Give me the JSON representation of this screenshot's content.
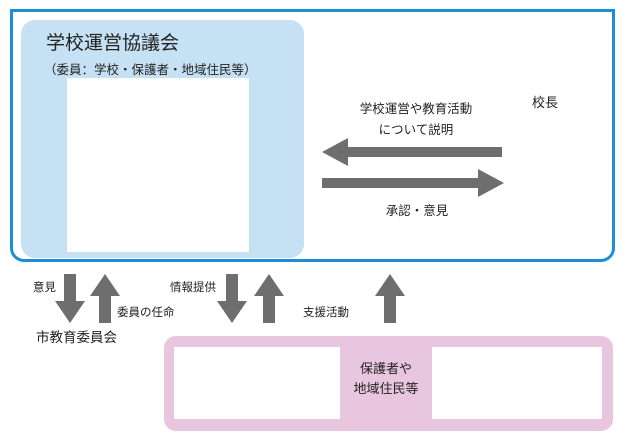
{
  "council": {
    "title": "学校運営協議会",
    "subtitle": "（委員：学校・保護者・地域住民等）"
  },
  "principal": "校長",
  "flows": {
    "explain_line1": "学校運営や教育活動",
    "explain_line2": "について説明",
    "approval": "承認・意見"
  },
  "vertical_labels": {
    "opinion": "意見",
    "appointment": "委員の任命",
    "information": "情報提供",
    "support": "支援活動"
  },
  "city_board": "市教育委員会",
  "residents": {
    "line1": "保護者や",
    "line2": "地域住民等"
  },
  "colors": {
    "frame": "#1b8fd4",
    "council_fill": "#c5e1f3",
    "residents_fill": "#e8c6e0",
    "arrow": "#6e6e6e"
  }
}
